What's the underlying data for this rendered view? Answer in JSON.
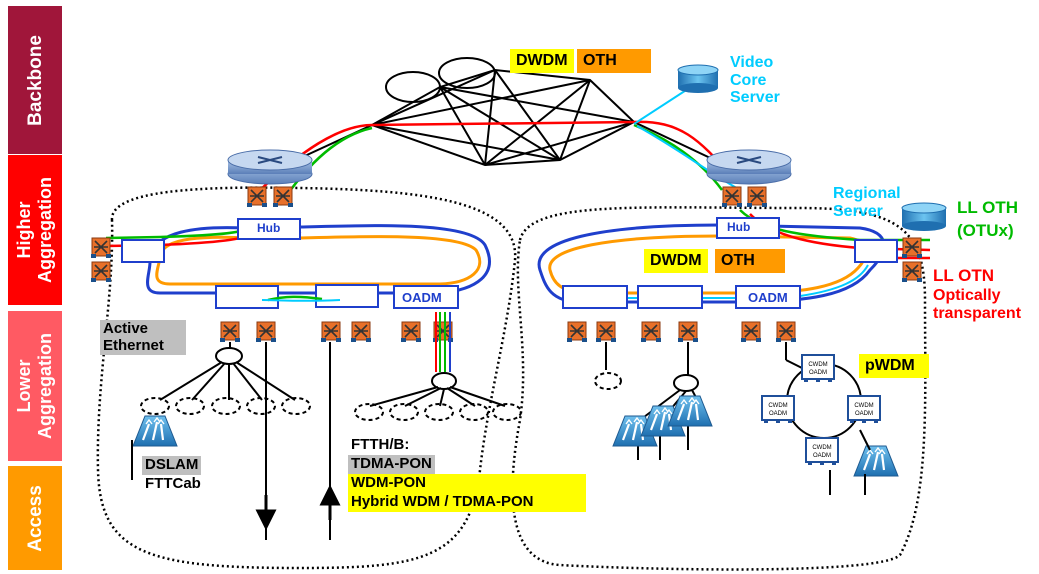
{
  "bands": {
    "backbone": "Backbone",
    "higher_aggregation": "Higher Aggregation",
    "lower_aggregation": "Lower Aggregation",
    "access": "Access"
  },
  "colors": {
    "backbone": "#a0163a",
    "higher_aggregation": "#ff0000",
    "lower_aggregation": "#ff5a63",
    "access": "#ff9a00",
    "highlight_yellow": "#ffff00",
    "oth_orange": "#ff9a00",
    "label_gray": "#bfbfbf",
    "cyan": "#00ccff",
    "green": "#00bb00",
    "red": "#ff0000",
    "blue": "#0000cc"
  },
  "labels": {
    "top_dwdm": "DWDM",
    "top_oth": "OTH",
    "video_server": "Video Core Server",
    "regional_server": "Regional Server",
    "ll_oth": "LL OTH",
    "otux": "(OTUx)",
    "ll_otn": "LL OTN",
    "optically_transparent": "Optically transparent",
    "hub_left": "Hub",
    "hub_right": "Hub",
    "oadm_left": "OADM",
    "oadm_right": "OADM",
    "ring_dwdm": "DWDM",
    "ring_oth": "OTH",
    "active_ethernet": "Active Ethernet",
    "dslam": "DSLAM",
    "fttcab": "FTTCab",
    "ftth": "FTTH/B:",
    "tdma_pon": "TDMA-PON",
    "wdm_pon": "WDM-PON",
    "hybrid": "Hybrid WDM / TDMA-PON",
    "pwdm": "pWDM",
    "cwdm": "CWDM",
    "oadm_small": "OADM"
  }
}
